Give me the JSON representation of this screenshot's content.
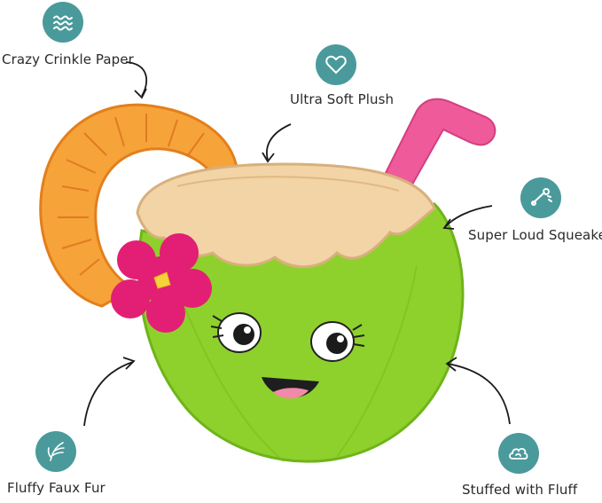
{
  "badge_color": "#4a9a9c",
  "features": [
    {
      "label": "Crazy Crinkle Paper",
      "icon": "waves-icon"
    },
    {
      "label": "Ultra Soft Plush",
      "icon": "heart-icon"
    },
    {
      "label": "Super Loud Squeaker",
      "icon": "horn-icon"
    },
    {
      "label": "Fluffy Faux Fur",
      "icon": "feather-icon"
    },
    {
      "label": "Stuffed with Fluff",
      "icon": "cloud-icon"
    }
  ],
  "product": {
    "name": "coconut drink plush toy",
    "colors": {
      "body": "#8fd12c",
      "top": "#f2d4a6",
      "straw": "#ee5a9a",
      "flower": "#e21f74",
      "pineapple": "#f59b2c"
    }
  }
}
